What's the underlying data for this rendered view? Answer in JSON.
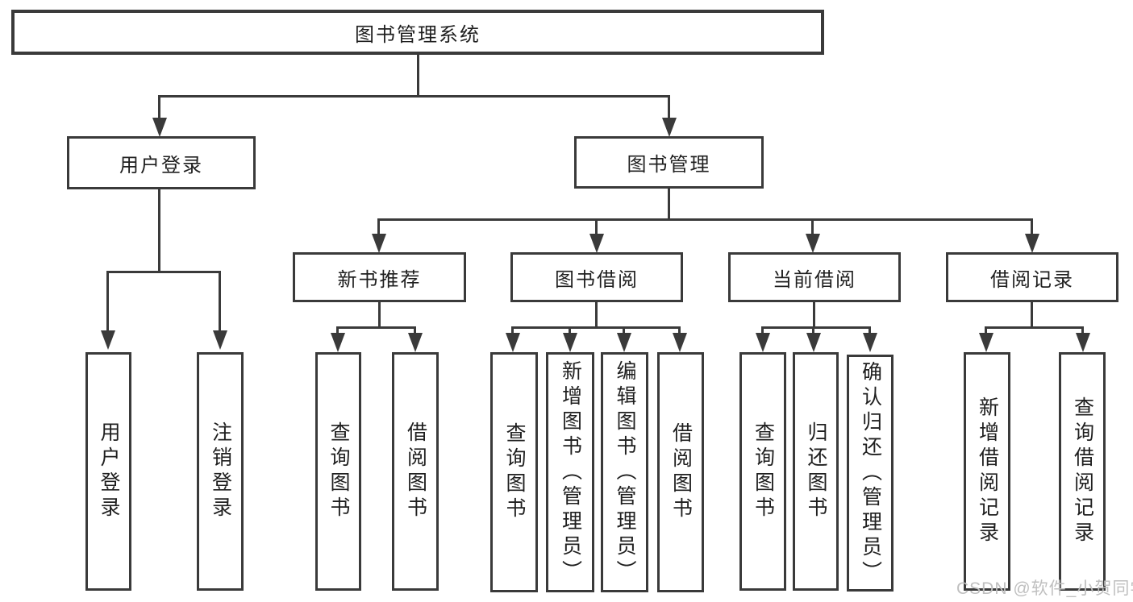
{
  "root": {
    "label": "图书管理系统"
  },
  "branches": {
    "user": {
      "label": "用户登录",
      "children": [
        {
          "label": "用户登录"
        },
        {
          "label": "注销登录"
        }
      ]
    },
    "book": {
      "label": "图书管理",
      "sections": [
        {
          "label": "新书推荐",
          "children": [
            {
              "label": "查询图书"
            },
            {
              "label": "借阅图书"
            }
          ]
        },
        {
          "label": "图书借阅",
          "children": [
            {
              "label": "查询图书"
            },
            {
              "label": "新增图书（管理员）"
            },
            {
              "label": "编辑图书（管理员）"
            },
            {
              "label": "借阅图书"
            }
          ]
        },
        {
          "label": "当前借阅",
          "children": [
            {
              "label": "查询图书"
            },
            {
              "label": "归还图书"
            },
            {
              "label": "确认归还（管理员）"
            }
          ]
        },
        {
          "label": "借阅记录",
          "children": [
            {
              "label": "新增借阅记录"
            },
            {
              "label": "查询借阅记录"
            }
          ]
        }
      ]
    }
  },
  "watermark": "CSDN @软件_小贺同学",
  "colors": {
    "line": "#3a3a3a",
    "text": "#1f1f1f",
    "watermark": "#bfbfbf",
    "background": "#ffffff"
  }
}
